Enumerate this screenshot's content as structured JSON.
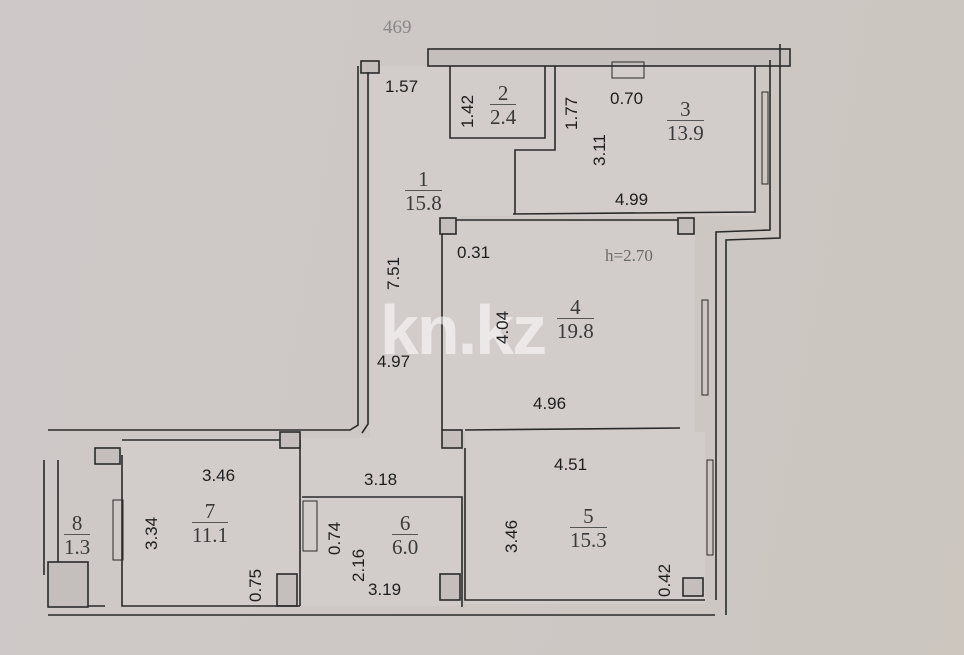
{
  "plan": {
    "top_label": "469",
    "ceiling_height": "h=2.70",
    "watermark": "kn.kz",
    "colors": {
      "background": "#cdc8c6",
      "wall_fill": "#c4bfbd",
      "line": "#2a2a2a"
    }
  },
  "rooms": [
    {
      "number": "1",
      "area": "15.8"
    },
    {
      "number": "2",
      "area": "2.4"
    },
    {
      "number": "3",
      "area": "13.9"
    },
    {
      "number": "4",
      "area": "19.8"
    },
    {
      "number": "5",
      "area": "15.3"
    },
    {
      "number": "6",
      "area": "6.0"
    },
    {
      "number": "7",
      "area": "11.1"
    },
    {
      "number": "8",
      "area": "1.3"
    }
  ],
  "dimensions": {
    "d_1_57": "1.57",
    "d_1_42": "1.42",
    "d_1_77": "1.77",
    "d_0_70": "0.70",
    "d_3_11": "3.11",
    "d_4_99": "4.99",
    "d_0_31": "0.31",
    "d_7_51": "7.51",
    "d_4_04": "4.04",
    "d_4_97": "4.97",
    "d_4_96": "4.96",
    "d_3_46_top": "3.46",
    "d_3_18": "3.18",
    "d_4_51": "4.51",
    "d_3_34": "3.34",
    "d_0_75": "0.75",
    "d_0_74": "0.74",
    "d_2_16": "2.16",
    "d_3_19": "3.19",
    "d_3_46_side": "3.46",
    "d_0_42": "0.42"
  }
}
